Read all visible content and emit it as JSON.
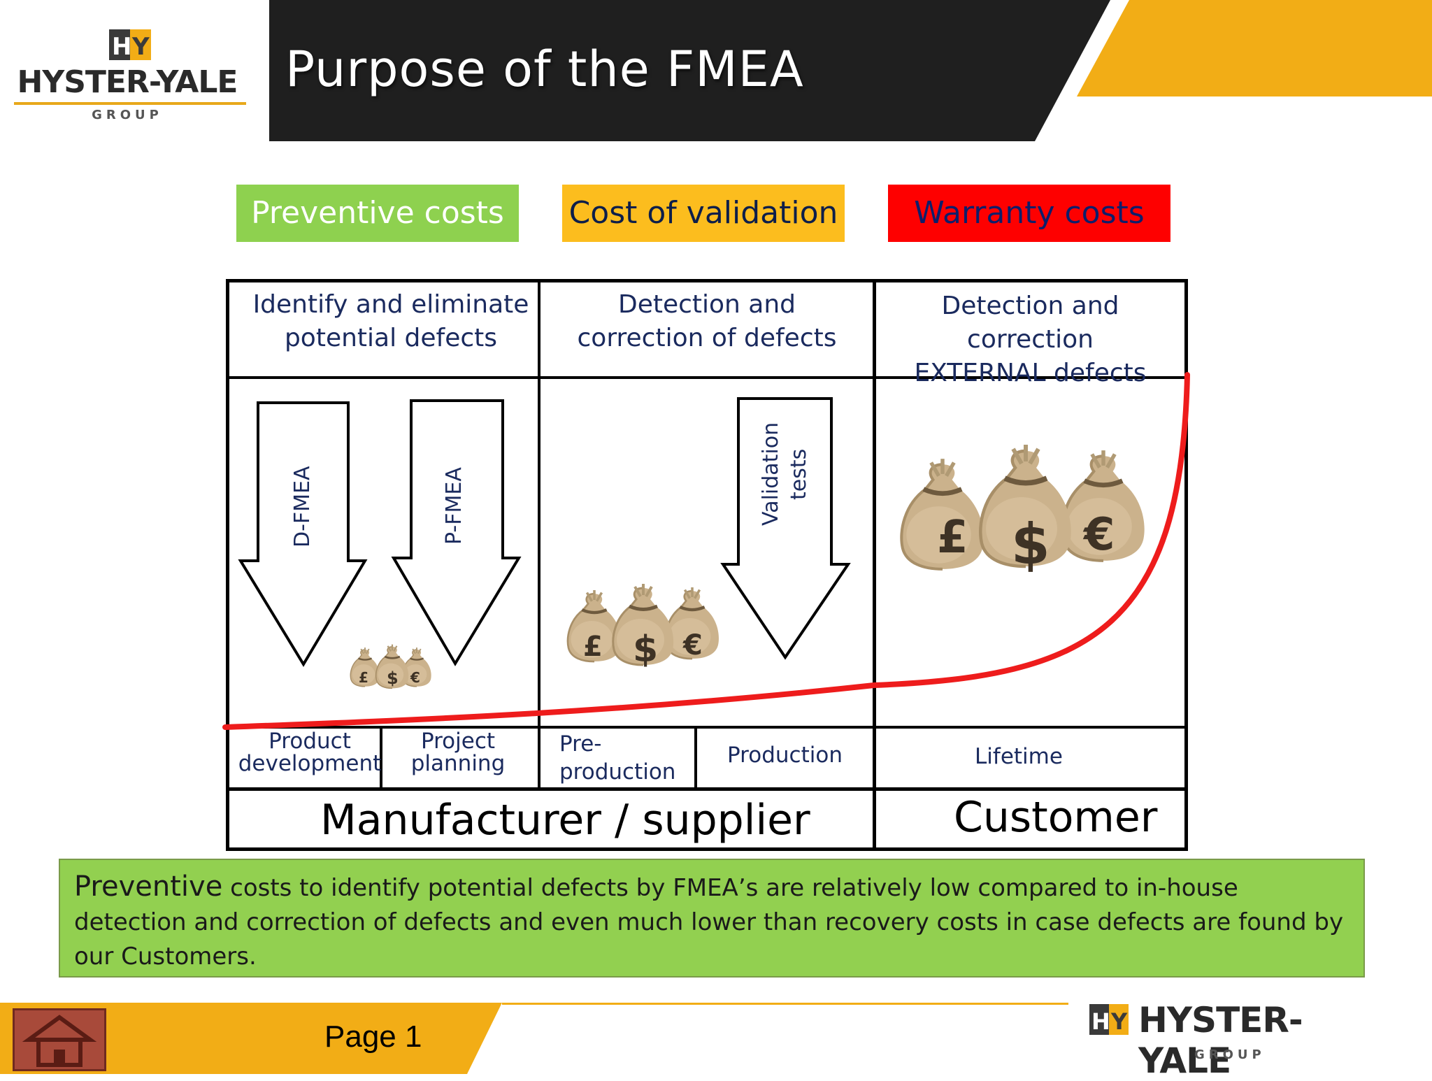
{
  "header": {
    "title": "Purpose of the FMEA",
    "logo_word": "HYSTER-YALE",
    "logo_group": "GROUP",
    "logo_badge": "HY"
  },
  "costs": {
    "preventive": "Preventive costs",
    "validation": "Cost of validation",
    "warranty": "Warranty costs"
  },
  "table": {
    "col1_header_line1": "Identify and eliminate",
    "col1_header_line2": "potential defects",
    "col2_header_line1": "Detection and",
    "col2_header_line2": "correction of defects",
    "col3_header_line1": "Detection and correction",
    "col3_header_line2": "EXTERNAL defects",
    "arrows": {
      "dfmea": "D-FMEA",
      "pfmea": "P-FMEA",
      "validation_line1": "Validation",
      "validation_line2": "tests"
    },
    "phases": {
      "product_line1": "Product",
      "product_line2": "development",
      "project_line1": "Project",
      "project_line2": "planning",
      "pre_line1": "Pre-",
      "pre_line2": "production",
      "production": "Production",
      "lifetime": "Lifetime"
    },
    "stakeholders": {
      "manufacturer": "Manufacturer / supplier",
      "customer": "Customer"
    }
  },
  "money_symbols": {
    "pound": "£",
    "dollar": "$",
    "euro": "€"
  },
  "summary": {
    "lead": "Preventive",
    "rest": " costs to identify potential defects by FMEA’s are relatively low compared to in-house detection and correction of defects and even much lower than recovery costs in case defects are found by our Customers."
  },
  "footer": {
    "page_label": "Page 1",
    "logo_word": "HYSTER-YALE",
    "logo_group": "GROUP",
    "logo_badge": "HY"
  },
  "colors": {
    "accent_yellow": "#f2ad16",
    "header_black": "#1f1f1f",
    "preventive_green": "#8ed14f",
    "validation_yellow": "#fcbd1e",
    "warranty_red": "#fe0000",
    "curve_red": "#ee1c1c",
    "summary_green": "#92d050",
    "text_navy": "#1a2a5e"
  }
}
